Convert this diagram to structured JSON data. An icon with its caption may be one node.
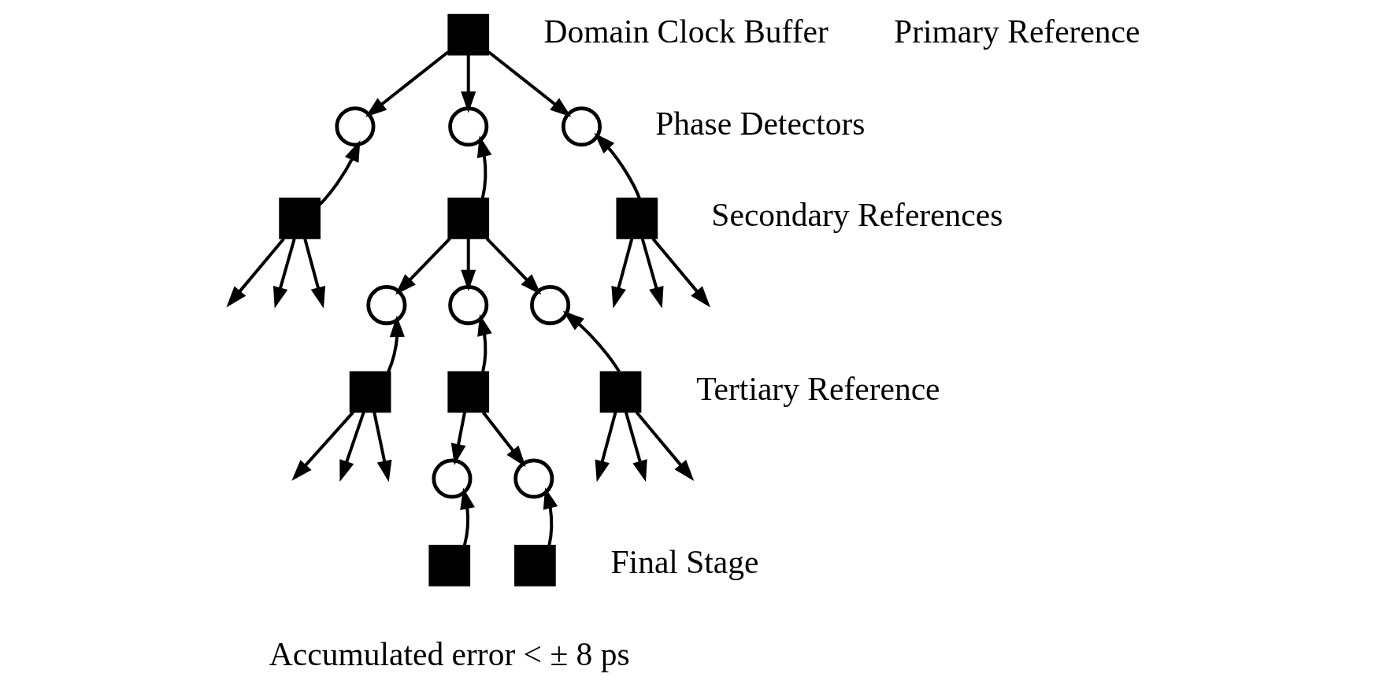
{
  "diagram": {
    "nodes": [
      {
        "text": [],
        "shape": "box"
      },
      {
        "text": [],
        "shape": "circle"
      },
      {
        "text": [],
        "shape": "circle"
      },
      {
        "text": [],
        "shape": "circle"
      },
      {
        "text": [],
        "shape": "box"
      },
      {
        "text": [],
        "shape": "box"
      },
      {
        "text": [],
        "shape": "box"
      },
      {
        "text": [],
        "shape": "circle"
      },
      {
        "text": [],
        "shape": "circle"
      },
      {
        "text": [],
        "shape": "circle"
      },
      {
        "text": [],
        "shape": "box"
      },
      {
        "text": [],
        "shape": "box"
      },
      {
        "text": [],
        "shape": "box"
      },
      {
        "text": [],
        "shape": "circle"
      },
      {
        "text": [],
        "shape": "circle"
      },
      {
        "text": [],
        "shape": "box"
      },
      {
        "text": [],
        "shape": "box"
      }
    ],
    "edges": [
      {
        "from": 0,
        "to": 1,
        "arrow": "to"
      },
      {
        "from": 0,
        "to": 2,
        "arrow": "to"
      },
      {
        "from": 0,
        "to": 3,
        "arrow": "to"
      },
      {
        "from": 4,
        "to": 1,
        "arrow": "to"
      },
      {
        "from": 5,
        "to": 2,
        "arrow": "to"
      },
      {
        "from": 6,
        "to": 3,
        "arrow": "to"
      },
      {
        "from": 4,
        "to": null,
        "arrow": "to"
      },
      {
        "from": 4,
        "to": null,
        "arrow": "to"
      },
      {
        "from": 4,
        "to": null,
        "arrow": "to"
      },
      {
        "from": 5,
        "to": 7,
        "arrow": "to"
      },
      {
        "from": 5,
        "to": 8,
        "arrow": "to"
      },
      {
        "from": 5,
        "to": 9,
        "arrow": "to"
      },
      {
        "from": 6,
        "to": null,
        "arrow": "to"
      },
      {
        "from": 6,
        "to": null,
        "arrow": "to"
      },
      {
        "from": 6,
        "to": null,
        "arrow": "to"
      },
      {
        "from": 10,
        "to": 7,
        "arrow": "to"
      },
      {
        "from": 11,
        "to": 8,
        "arrow": "to"
      },
      {
        "from": 12,
        "to": 9,
        "arrow": "to"
      },
      {
        "from": 10,
        "to": null,
        "arrow": "to"
      },
      {
        "from": 10,
        "to": null,
        "arrow": "to"
      },
      {
        "from": 10,
        "to": null,
        "arrow": "to"
      },
      {
        "from": 12,
        "to": null,
        "arrow": "to"
      },
      {
        "from": 12,
        "to": null,
        "arrow": "to"
      },
      {
        "from": 12,
        "to": null,
        "arrow": "to"
      },
      {
        "from": 11,
        "to": 13,
        "arrow": "to"
      },
      {
        "from": 11,
        "to": 14,
        "arrow": "to"
      },
      {
        "from": 15,
        "to": 13,
        "arrow": "to"
      },
      {
        "from": 16,
        "to": 14,
        "arrow": "to"
      }
    ],
    "labels": [
      "Domain Clock Buffer",
      "Primary Reference",
      "Phase Detectors",
      "Secondary References",
      "Tertiary Reference",
      "Final Stage",
      "Accumulated error < ± 8 ps"
    ]
  }
}
